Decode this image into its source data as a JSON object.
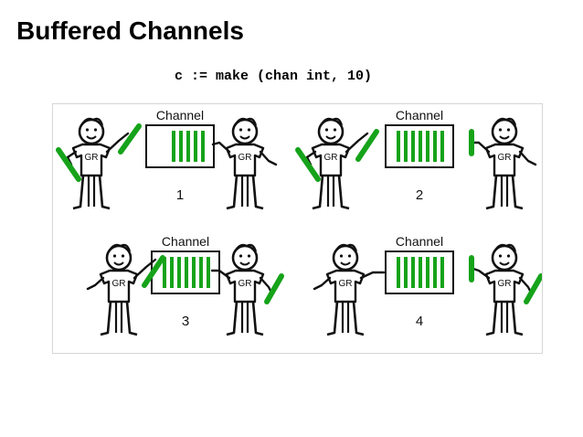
{
  "slide": {
    "title": "Buffered Channels",
    "code": "c := make (chan int, 10)"
  },
  "diagram": {
    "channel_label": "Channel",
    "figure_label": "GR",
    "colors": {
      "value_green": "#16a31a",
      "outline": "#111111"
    },
    "scenes": [
      {
        "number": "1",
        "buffer_values": 5
      },
      {
        "number": "2",
        "buffer_values": 7
      },
      {
        "number": "3",
        "buffer_values": 7
      },
      {
        "number": "4",
        "buffer_values": 7
      }
    ]
  }
}
